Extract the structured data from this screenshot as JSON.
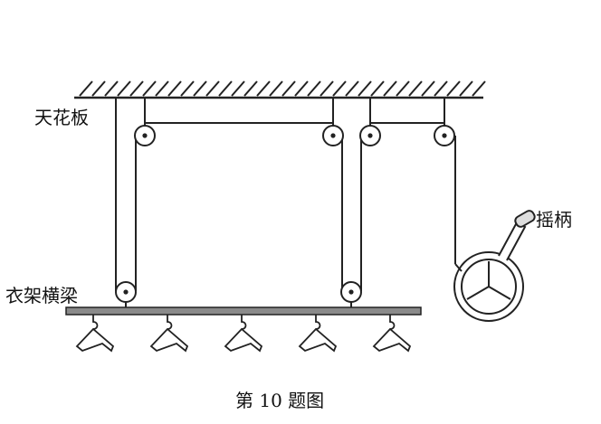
{
  "labels": {
    "ceiling": "天花板",
    "beam": "衣架横梁",
    "handle": "摇柄"
  },
  "caption": "第 10 题图",
  "counts": {
    "hangers": 5,
    "pulleys": 6
  },
  "colors": {
    "line": "#222222",
    "beam_fill": "#8a8a8a",
    "background": "#ffffff"
  },
  "icons": {
    "hanger": "clothes-hanger-icon",
    "pulley": "pulley-icon",
    "crank": "crank-wheel-icon"
  }
}
